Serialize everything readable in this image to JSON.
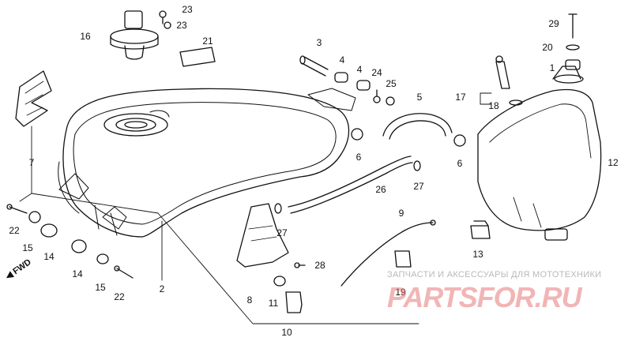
{
  "colors": {
    "line": "#111111",
    "watermark_text": "#b9b9b9",
    "watermark_logo": "#e67878"
  },
  "direction_label": "FWD",
  "watermark": {
    "tagline": "ЗАПЧАСТИ И АКСЕССУАРЫ ДЛЯ МОТОТЕХНИКИ",
    "logo": "PARTSFOR.RU"
  },
  "part_numbers": {
    "n23a": "23",
    "n23b": "23",
    "n16": "16",
    "n21": "21",
    "n7": "7",
    "n3": "3",
    "n4a": "4",
    "n4b": "4",
    "n24": "24",
    "n25": "25",
    "n5": "5",
    "n6a": "6",
    "n26": "26",
    "n27a": "27",
    "n27b": "27",
    "n6b": "6",
    "n17": "17",
    "n18": "18",
    "n29": "29",
    "n20": "20",
    "n1": "1",
    "n12": "12",
    "n22a": "22",
    "n15a": "15",
    "n14a": "14",
    "n14b": "14",
    "n15b": "15",
    "n22b": "22",
    "n2": "2",
    "n8": "8",
    "n28": "28",
    "n11": "11",
    "n10": "10",
    "n9": "9",
    "n19": "19",
    "n13": "13"
  }
}
